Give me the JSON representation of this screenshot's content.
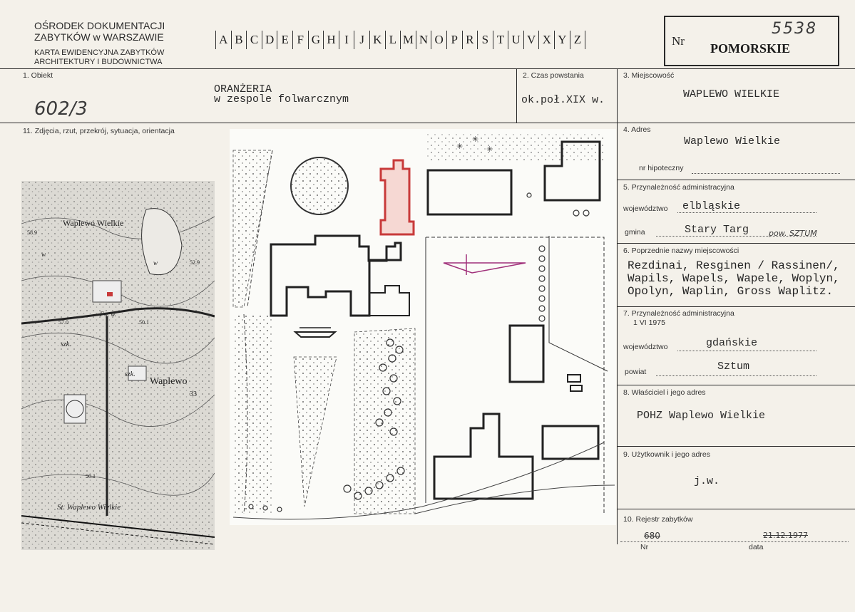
{
  "header": {
    "institution_line1": "OŚRODEK DOKUMENTACJI",
    "institution_line2": "ZABYTKÓW w WARSZAWIE",
    "card_line1": "KARTA EWIDENCYJNA ZABYTKÓW",
    "card_line2": "ARCHITEKTURY I BUDOWNICTWA",
    "letters": [
      "A",
      "B",
      "C",
      "D",
      "E",
      "F",
      "G",
      "H",
      "I",
      "J",
      "K",
      "L",
      "M",
      "N",
      "O",
      "P",
      "R",
      "S",
      "T",
      "U",
      "V",
      "X",
      "Y",
      "Z"
    ],
    "nr_label": "Nr",
    "nr_handwritten": "5538",
    "region": "POMORSKIE"
  },
  "fields": {
    "f1_label": "1. Obiekt",
    "f1_value_line1": "ORANŻERIA",
    "f1_value_line2": "w zespole folwarcznym",
    "f1_handwritten": "602/3",
    "f2_label": "2. Czas powstania",
    "f2_value": "ok.poł.XIX w.",
    "f3_label": "3. Miejscowość",
    "f3_value": "WAPLEWO WIELKIE",
    "f11_label": "11. Zdjęcia, rzut, przekrój, sytuacja, orientacja",
    "f4_label": "4. Adres",
    "f4_value": "Waplewo Wielkie",
    "f4_hip_label": "nr hipoteczny",
    "f5_label": "5. Przynależność administracyjna",
    "f5_woj_label": "województwo",
    "f5_woj_value": "elbląskie",
    "f5_gmina_label": "gmina",
    "f5_gmina_value": "Stary Targ",
    "f5_gmina_hand": "pow. SZTUM",
    "f6_label": "6. Poprzednie nazwy miejscowości",
    "f6_line1": "Rezdinai, Resginen / Rassinen/,",
    "f6_line2": "Wapils, Wapels, Wapele, Woplyn,",
    "f6_line3": "Opolyn, Waplin, Gross Waplitz.",
    "f7_label": "7. Przynależność administracyjna",
    "f7_date": "1 VI 1975",
    "f7_woj_label": "województwo",
    "f7_woj_value": "gdańskie",
    "f7_pow_label": "powiat",
    "f7_pow_value": "Sztum",
    "f8_label": "8. Właściciel i jego adres",
    "f8_value": "POHZ Waplewo Wielkie",
    "f9_label": "9. Użytkownik i jego adres",
    "f9_value": "j.w.",
    "f10_label": "10. Rejestr zabytków",
    "f10_nr_label": "Nr",
    "f10_data_label": "data",
    "f10_nr_hand": "680",
    "f10_data_hand": "21.12.1977"
  },
  "map": {
    "labels": [
      "Waplewo Wielkie",
      "Waplewo",
      "St. Waplewo Wielkie",
      "szk.",
      "szk.",
      "Fw. w.",
      "w",
      "w",
      "58.9",
      "52.9",
      "57.0",
      "50.1",
      "50.1",
      "33"
    ]
  },
  "colors": {
    "paper": "#f4f1ea",
    "ink": "#2a2a2a",
    "highlight": "#c83a3a",
    "magenta": "#a0307a"
  }
}
